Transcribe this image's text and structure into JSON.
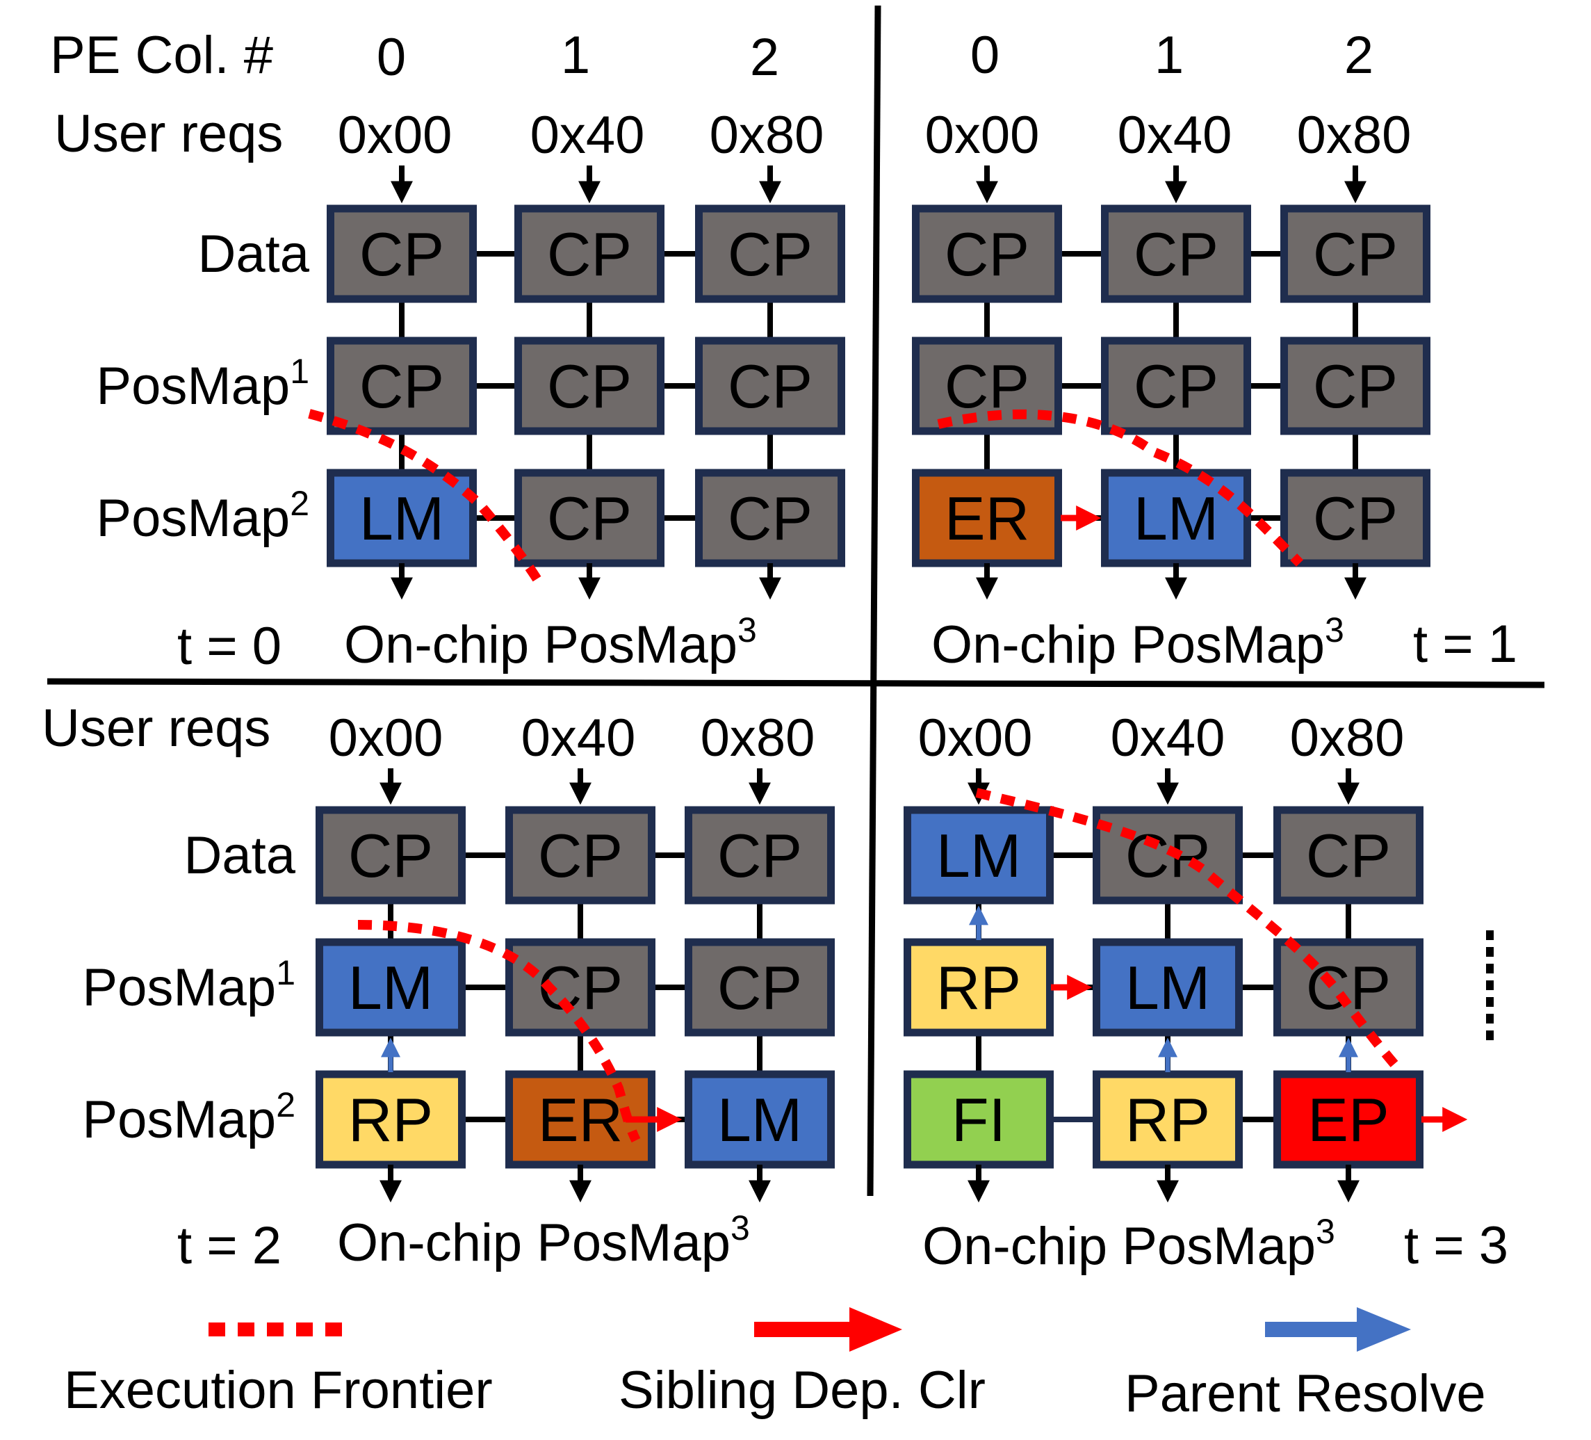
{
  "labels": {
    "pe_col": "PE Col. #",
    "user_reqs": "User reqs",
    "data": "Data",
    "posmap": "PosMap",
    "on_chip": "On-chip PosMap"
  },
  "columns": [
    "0",
    "1",
    "2"
  ],
  "addresses": [
    "0x00",
    "0x40",
    "0x80"
  ],
  "panels": [
    {
      "time": "t = 0",
      "cells": [
        [
          "CP",
          "CP",
          "CP"
        ],
        [
          "CP",
          "CP",
          "CP"
        ],
        [
          "LM",
          "CP",
          "CP"
        ]
      ]
    },
    {
      "time": "t = 1",
      "cells": [
        [
          "CP",
          "CP",
          "CP"
        ],
        [
          "CP",
          "CP",
          "CP"
        ],
        [
          "ER",
          "LM",
          "CP"
        ]
      ]
    },
    {
      "time": "t = 2",
      "cells": [
        [
          "CP",
          "CP",
          "CP"
        ],
        [
          "LM",
          "CP",
          "CP"
        ],
        [
          "RP",
          "ER",
          "LM"
        ]
      ]
    },
    {
      "time": "t = 3",
      "cells": [
        [
          "LM",
          "CP",
          "CP"
        ],
        [
          "RP",
          "LM",
          "CP"
        ],
        [
          "FI",
          "RP",
          "EP"
        ]
      ]
    }
  ],
  "colors": {
    "CP": "#6f6a69",
    "LM": "#4472c4",
    "ER": "#c55a11",
    "RP": "#ffd966",
    "FI": "#92d050",
    "EP": "#ff0000",
    "cell_border": "#1f2d4e",
    "frontier": "#ff0000",
    "sibling_arrow": "#ff0000",
    "parent_arrow": "#4472c4"
  },
  "legend": {
    "frontier": "Execution Frontier",
    "sibling": "Sibling Dep. Clr",
    "parent": "Parent Resolve"
  }
}
